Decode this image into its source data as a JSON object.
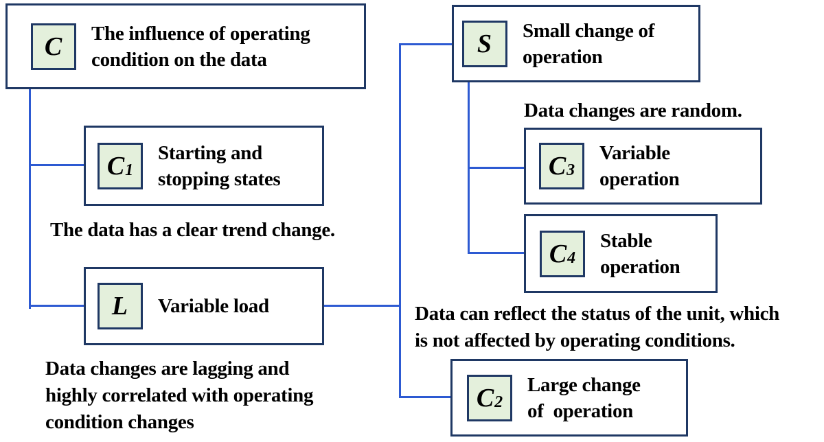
{
  "colors": {
    "box_border": "#1f3864",
    "badge_border": "#1f3864",
    "badge_fill": "#e4f0dc",
    "connector": "#2d5ad2",
    "text": "#000000",
    "background": "#ffffff"
  },
  "nodes": {
    "c": {
      "badge": "C",
      "sub": "",
      "label": "The influence of operating\ncondition on the data"
    },
    "c1": {
      "badge": "C",
      "sub": "1",
      "label": "Starting and\nstopping states"
    },
    "l": {
      "badge": "L",
      "sub": "",
      "label": "Variable load"
    },
    "s": {
      "badge": "S",
      "sub": "",
      "label": "Small change of\noperation"
    },
    "c3": {
      "badge": "C",
      "sub": "3",
      "label": "Variable\noperation"
    },
    "c4": {
      "badge": "C",
      "sub": "4",
      "label": "Stable\noperation"
    },
    "c2": {
      "badge": "C",
      "sub": "2",
      "label": "Large change\nof  operation"
    }
  },
  "captions": {
    "trend": "The data has a clear trend change.",
    "lagging": "Data changes are lagging and\nhighly correlated with operating\ncondition changes",
    "random": "Data changes are random.",
    "reflect": "Data can reflect the status of the unit, which\nis not affected by operating conditions."
  }
}
